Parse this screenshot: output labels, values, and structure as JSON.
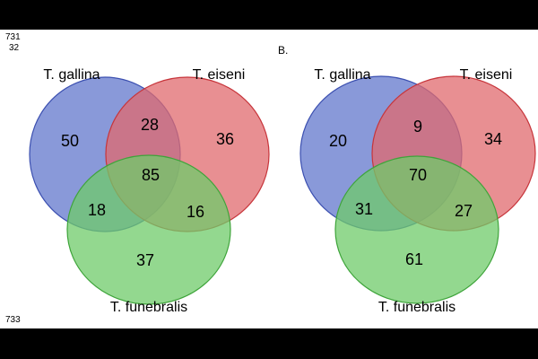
{
  "line_numbers": [
    "731",
    "32",
    "733"
  ],
  "colors": {
    "set1_fill": "#6b7fd0",
    "set1_stroke": "#3b4fb0",
    "set2_fill": "#e06a6e",
    "set2_stroke": "#c7353b",
    "set3_fill": "#6fcb6a",
    "set3_stroke": "#3ea43a"
  },
  "panels": [
    {
      "label": "",
      "sets": [
        "T. gallina",
        "T. eiseni",
        "T. funebralis"
      ],
      "regions": {
        "only_1": "50",
        "only_2": "36",
        "only_3": "37",
        "1_2": "28",
        "1_3": "18",
        "2_3": "16",
        "1_2_3": "85"
      }
    },
    {
      "label": "B.",
      "sets": [
        "T. gallina",
        "T. eiseni",
        "T. funebralis"
      ],
      "regions": {
        "only_1": "20",
        "only_2": "34",
        "only_3": "61",
        "1_2": "9",
        "1_3": "31",
        "2_3": "27",
        "1_2_3": "70"
      }
    }
  ]
}
